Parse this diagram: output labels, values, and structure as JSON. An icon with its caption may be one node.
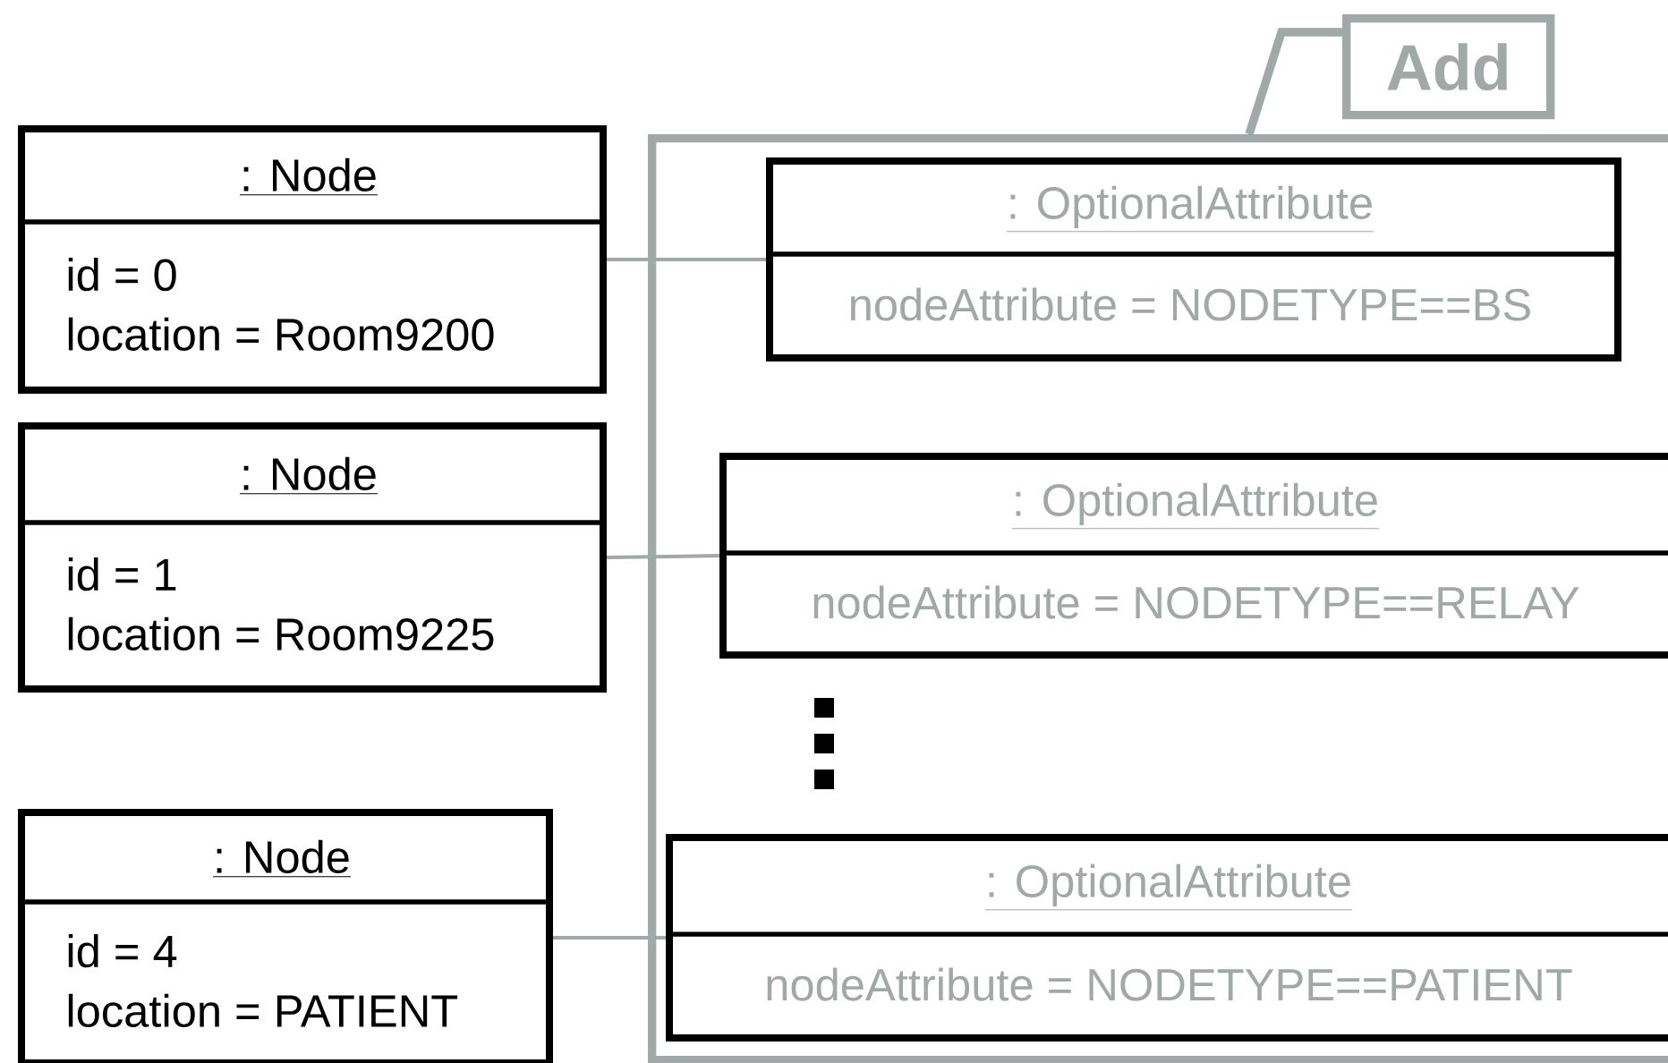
{
  "diagram": {
    "nodes": [
      {
        "text": [
          "Add"
        ]
      },
      {
        "text": [
          ": Node",
          "id = 0",
          "location = Room9200"
        ]
      },
      {
        "text": [
          ": Node",
          "id = 1",
          "location = Room9225"
        ]
      },
      {
        "text": [
          ": Node",
          "id = 4",
          "location = PATIENT"
        ]
      },
      {
        "text": [
          ": OptionalAttribute",
          "nodeAttribute = NODETYPE==BS"
        ],
        "in": 0
      },
      {
        "text": [
          ": OptionalAttribute",
          "nodeAttribute = NODETYPE==RELAY"
        ],
        "in": 0
      },
      {
        "text": [
          ": OptionalAttribute",
          "nodeAttribute = NODETYPE==PATIENT"
        ],
        "in": 0
      }
    ],
    "edges": [
      {
        "from": 1,
        "to": 4,
        "arrow": "none"
      },
      {
        "from": 2,
        "to": 5,
        "arrow": "none"
      },
      {
        "from": 3,
        "to": 6,
        "arrow": "none"
      }
    ]
  }
}
